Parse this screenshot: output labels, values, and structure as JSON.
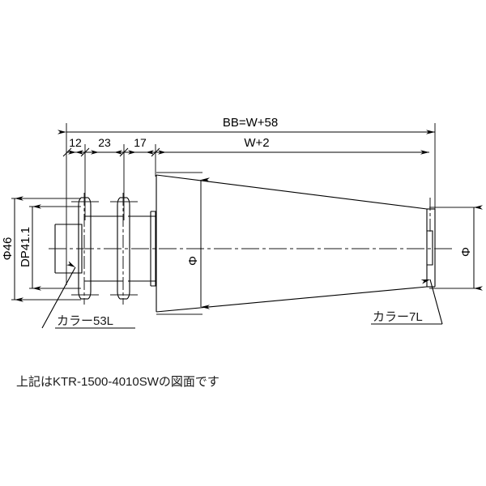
{
  "drawing": {
    "title_note": "上記はKTR-1500-4010SWの図面です",
    "dimensions": {
      "overall": "BB=W+58",
      "body": "W+2",
      "seg1": "12",
      "seg2": "23",
      "seg3": "17",
      "outer_dia": "Φ46",
      "inner_dp": "DP41.1",
      "cone_dia": "Φ",
      "end_dia": "Φ"
    },
    "callouts": {
      "left": "カラー53L",
      "right": "カラー7L"
    },
    "colors": {
      "line": "#000000",
      "text": "#1a1a1a",
      "background": "#ffffff"
    }
  }
}
